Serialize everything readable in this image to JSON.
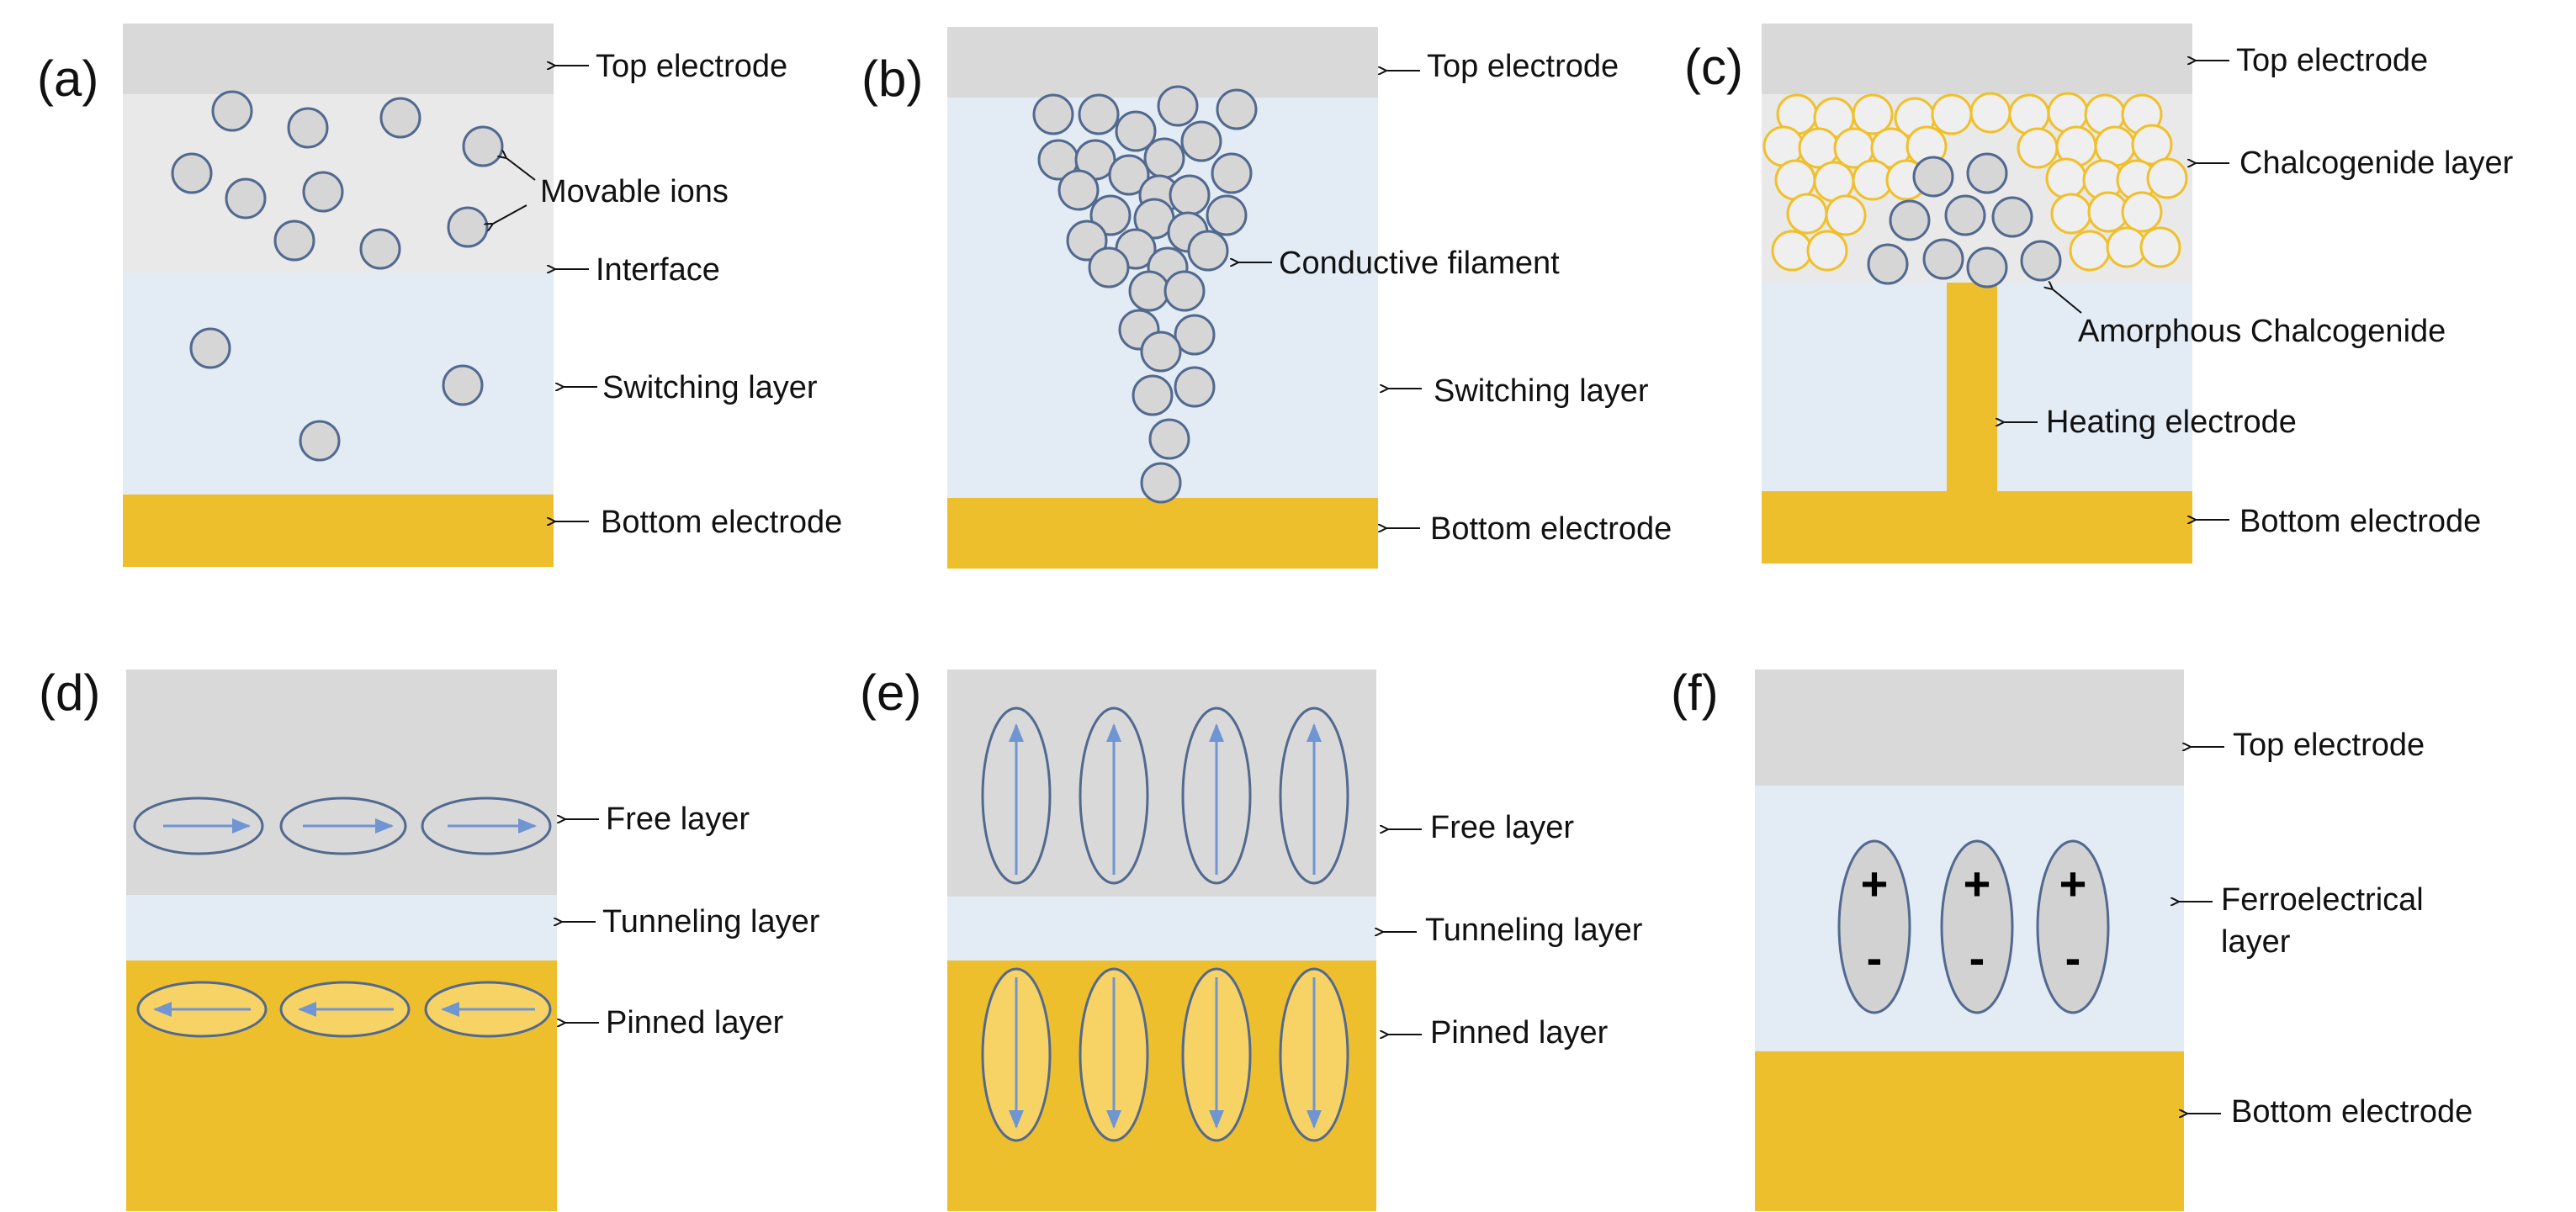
{
  "colors": {
    "electrode_gray": "#d9d9d9",
    "interface_gray": "#e9e9e9",
    "switching_blue": "#e3ebf5",
    "gold": "#eebf2d",
    "ion_fill": "#d6d6d6",
    "ion_stroke": "#52698f",
    "chalco_fill": "#efefef",
    "chalco_stroke": "#f0c02c",
    "arrow_blue": "#6f95d2",
    "pinned_ellipse_fill": "#f7d365",
    "ferro_ellipse_fill": "#d2d2d2"
  },
  "panels": {
    "a": {
      "label": "(a)",
      "annotations": {
        "top": "Top electrode",
        "ions": "Movable ions",
        "interface": "Interface",
        "switching": "Switching layer",
        "bottom": "Bottom electrode"
      }
    },
    "b": {
      "label": "(b)",
      "annotations": {
        "top": "Top electrode",
        "filament": "Conductive filament",
        "switching": "Switching layer",
        "bottom": "Bottom electrode"
      }
    },
    "c": {
      "label": "(c)",
      "annotations": {
        "top": "Top electrode",
        "chalco": "Chalcogenide layer",
        "amorphous": "Amorphous Chalcogenide",
        "heating": "Heating electrode",
        "bottom": "Bottom electrode"
      }
    },
    "d": {
      "label": "(d)",
      "annotations": {
        "free": "Free layer",
        "tunneling": "Tunneling layer",
        "pinned": "Pinned layer"
      }
    },
    "e": {
      "label": "(e)",
      "annotations": {
        "free": "Free layer",
        "tunneling": "Tunneling layer",
        "pinned": "Pinned layer"
      }
    },
    "f": {
      "label": "(f)",
      "annotations": {
        "top": "Top electrode",
        "ferro_line1": "Ferroelectrical",
        "ferro_line2": "layer",
        "bottom": "Bottom electrode"
      },
      "plus": "+",
      "minus": "-"
    }
  }
}
